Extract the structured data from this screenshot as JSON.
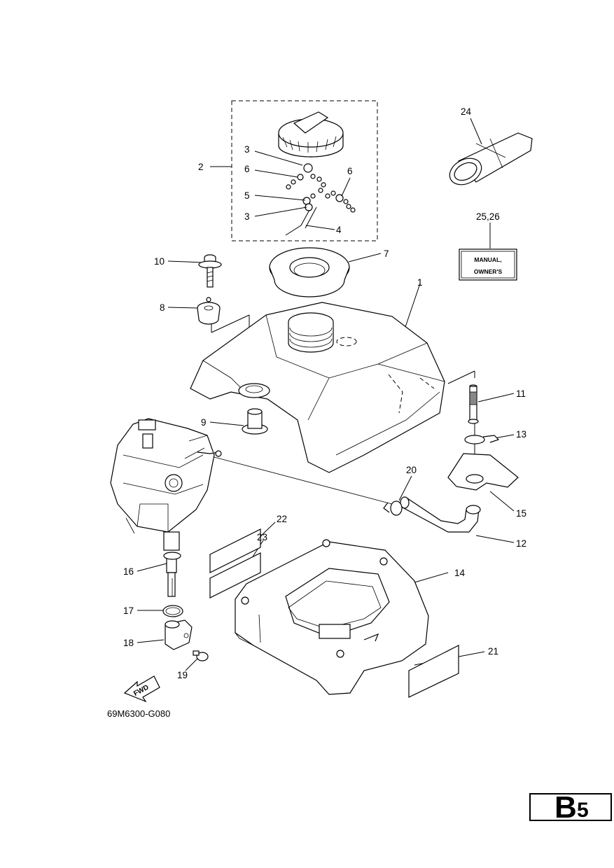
{
  "diagram": {
    "callouts": {
      "c1": "1",
      "c2": "2",
      "c3a": "3",
      "c3b": "3",
      "c4": "4",
      "c5": "5",
      "c6a": "6",
      "c6b": "6",
      "c7": "7",
      "c8": "8",
      "c9": "9",
      "c10": "10",
      "c11": "11",
      "c12": "12",
      "c13": "13",
      "c14": "14",
      "c15": "15",
      "c16": "16",
      "c17": "17",
      "c18": "18",
      "c19": "19",
      "c20": "20",
      "c21": "21",
      "c22": "22",
      "c23": "23",
      "c24": "24",
      "c2526": "25,26"
    },
    "manual_label_line1": "MANUAL,",
    "manual_label_line2": "OWNER'S",
    "fwd_label": "FWD",
    "drawing_code": "69M6300-G080"
  },
  "page_tag": {
    "letter": "B",
    "number": "5"
  }
}
